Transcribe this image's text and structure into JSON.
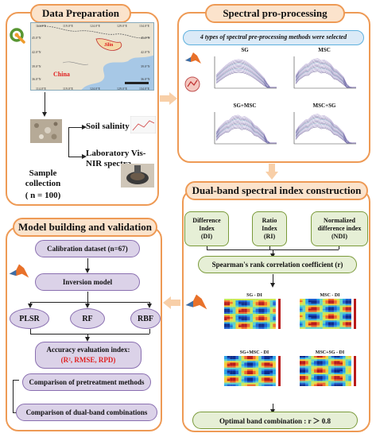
{
  "data_preparation": {
    "title": "Data Preparation",
    "map": {
      "top_ticks": [
        "114.0°E",
        "119.0°E",
        "124.0°E",
        "129.0°E",
        "134.0°E"
      ],
      "bottom_ticks": [
        "114.0°E",
        "119.0°E",
        "124.0°E",
        "129.0°E",
        "134.0°E"
      ],
      "left_ticks": [
        "45.0°N",
        "42.0°N",
        "39.0°N",
        "36.0°N"
      ],
      "right_ticks": [
        "45.0°N",
        "42.0°N",
        "39.0°N",
        "36.0°N"
      ],
      "label_china": "China",
      "label_jilin": "Jilin"
    },
    "soil_salinity": "Soil salinity",
    "lab_visnir": "Laboratory Vis-NIR spectra",
    "sample_collection": "Sample collection",
    "n_label": "( n = 100)"
  },
  "spectral_preprocessing": {
    "title": "Spectral pro-processing",
    "subtitle": "4 types of spectral pre-processing methods were selected",
    "charts": [
      {
        "label": "SG"
      },
      {
        "label": "MSC"
      },
      {
        "label": "SG+MSC"
      },
      {
        "label": "MSC+SG"
      }
    ]
  },
  "dual_band": {
    "title": "Dual-band spectral index construction",
    "indices": [
      {
        "line1": "Difference",
        "line2": "Index",
        "line3": "(DI)"
      },
      {
        "line1": "Ratio",
        "line2": "Index",
        "line3": "(RI)"
      },
      {
        "line1": "Normalized",
        "line2": "difference index",
        "line3": "(NDI)"
      }
    ],
    "spearman": "Spearman's rank correlation coefficient (r)",
    "heatmaps": [
      {
        "label": "SG - DI"
      },
      {
        "label": "MSC - DI"
      },
      {
        "label": "SG+MSC - DI"
      },
      {
        "label": "MSC+SG - DI"
      }
    ],
    "optimal": "Optimal band combination : r ＞ 0.8"
  },
  "model": {
    "title": "Model building and validation",
    "calibration": "Calibration dataset (n=67)",
    "inversion": "Inversion model",
    "models": [
      "PLSR",
      "RF",
      "RBF"
    ],
    "accuracy_line1": "Accuracy evaluation index:",
    "accuracy_line2": "(R², RMSE, RPD)",
    "compare1": "Comparison of pretreatment methods",
    "compare2": "Comparison of dual-band combinations"
  },
  "colors": {
    "panel_border": "#ee9a55",
    "title_fill": "#fbe3cc",
    "accent_red": "#e02020",
    "green_fill": "#e6efd6",
    "purple_fill": "#dbd2e8"
  }
}
